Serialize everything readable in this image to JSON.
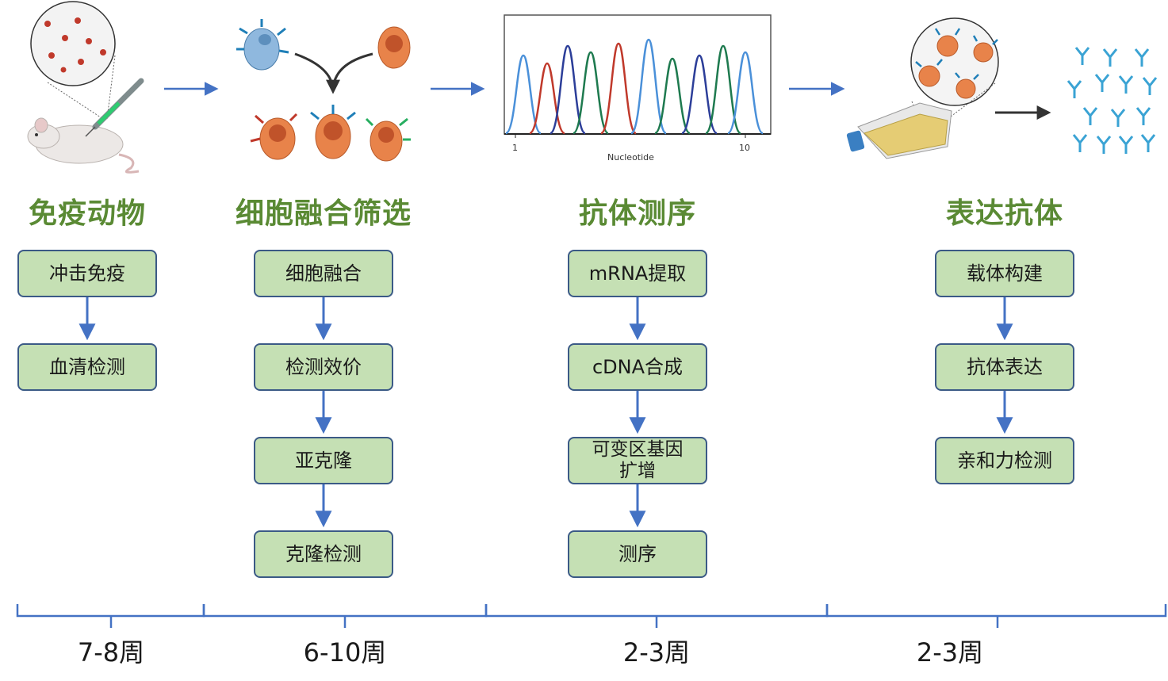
{
  "stages": [
    {
      "title": "免疫动物",
      "steps": [
        "冲击免疫",
        "血清检测"
      ],
      "duration": "7-8周"
    },
    {
      "title": "细胞融合筛选",
      "steps": [
        "细胞融合",
        "检测效价",
        "亚克隆",
        "克隆检测"
      ],
      "duration": "6-10周"
    },
    {
      "title": "抗体测序",
      "steps": [
        "mRNA提取",
        "cDNA合成",
        "可变区基因扩增",
        "测序"
      ],
      "duration": "2-3周"
    },
    {
      "title": "表达抗体",
      "steps": [
        "载体构建",
        "抗体表达",
        "亲和力检测"
      ],
      "duration": "2-3周"
    }
  ],
  "chromatogram": {
    "xlabel": "Nucleotide",
    "x_start": "1",
    "x_end": "10"
  },
  "colors": {
    "title_green": "#5a8a34",
    "box_fill": "#c5e0b4",
    "box_border": "#3b5a86",
    "arrow_blue": "#4472c4"
  }
}
